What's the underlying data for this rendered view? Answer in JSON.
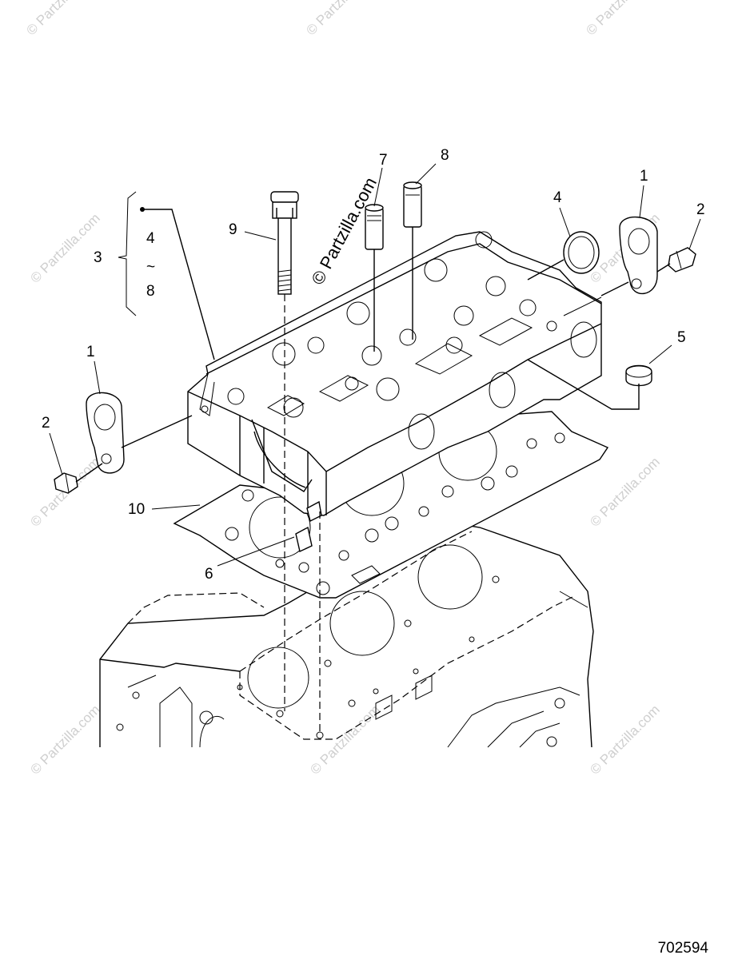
{
  "diagram": {
    "id_label": "702594",
    "watermark_text": "© Partzilla.com",
    "callouts": {
      "c1_left": "1",
      "c1_right": "1",
      "c2_left": "2",
      "c2_right": "2",
      "c3": "3",
      "c4_group": "4",
      "c4": "4",
      "c5": "5",
      "c6": "6",
      "c7": "7",
      "c8_group": "8",
      "c8": "8",
      "c9": "9",
      "c10": "10",
      "range_symbol": "~"
    }
  }
}
